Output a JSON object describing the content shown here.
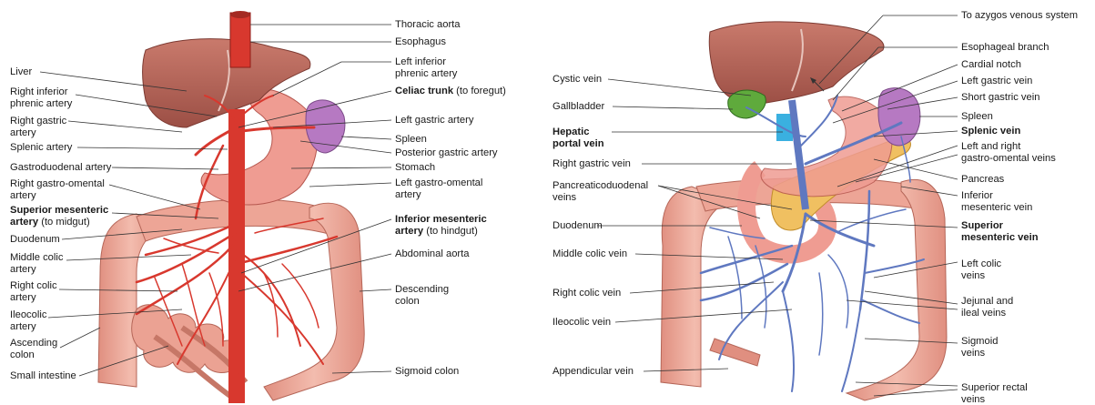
{
  "left_panel": {
    "left_labels": [
      {
        "id": "liver",
        "lines": [
          "Liver"
        ]
      },
      {
        "id": "right-inferior-phrenic-artery",
        "lines": [
          "Right inferior",
          "phrenic artery"
        ]
      },
      {
        "id": "right-gastric-artery",
        "lines": [
          "Right gastric",
          "artery"
        ]
      },
      {
        "id": "splenic-artery",
        "lines": [
          "Splenic artery"
        ]
      },
      {
        "id": "gastroduodenal-artery",
        "lines": [
          "Gastroduodenal artery"
        ]
      },
      {
        "id": "right-gastro-omental-artery",
        "lines": [
          "Right gastro-omental",
          "artery"
        ]
      },
      {
        "id": "superior-mesenteric-artery",
        "bold": "Superior mesenteric",
        "lines": [
          "artery (to midgut)"
        ],
        "boldRow": "artery"
      },
      {
        "id": "duodenum",
        "lines": [
          "Duodenum"
        ]
      },
      {
        "id": "middle-colic-artery",
        "lines": [
          "Middle colic",
          "artery"
        ]
      },
      {
        "id": "right-colic-artery",
        "lines": [
          "Right colic",
          "artery"
        ]
      },
      {
        "id": "ileocolic-artery",
        "lines": [
          "Ileocolic",
          "artery"
        ]
      },
      {
        "id": "ascending-colon",
        "lines": [
          "Ascending",
          "colon"
        ]
      },
      {
        "id": "small-intestine",
        "lines": [
          "Small intestine"
        ]
      }
    ],
    "right_labels": [
      {
        "id": "thoracic-aorta",
        "lines": [
          "Thoracic aorta"
        ]
      },
      {
        "id": "esophagus",
        "lines": [
          "Esophagus"
        ]
      },
      {
        "id": "left-inferior-phrenic-artery",
        "lines": [
          "Left inferior",
          "phrenic artery"
        ]
      },
      {
        "id": "celiac-trunk",
        "bold": "Celiac trunk",
        "suffix": " (to foregut)"
      },
      {
        "id": "left-gastric-artery",
        "lines": [
          "Left gastric artery"
        ]
      },
      {
        "id": "spleen",
        "lines": [
          "Spleen"
        ]
      },
      {
        "id": "posterior-gastric-artery",
        "lines": [
          "Posterior gastric artery"
        ]
      },
      {
        "id": "stomach",
        "lines": [
          "Stomach"
        ]
      },
      {
        "id": "left-gastro-omental-artery",
        "lines": [
          "Left gastro-omental",
          "artery"
        ]
      },
      {
        "id": "inferior-mesenteric-artery",
        "bold": "Inferior mesenteric",
        "lines": [
          "artery (to hindgut)"
        ]
      },
      {
        "id": "abdominal-aorta",
        "lines": [
          "Abdominal aorta"
        ]
      },
      {
        "id": "descending-colon",
        "lines": [
          "Descending",
          "colon"
        ]
      },
      {
        "id": "sigmoid-colon",
        "lines": [
          "Sigmoid colon"
        ]
      }
    ]
  },
  "right_panel": {
    "left_labels": [
      {
        "id": "cystic-vein",
        "lines": [
          "Cystic vein"
        ]
      },
      {
        "id": "gallbladder",
        "lines": [
          "Gallbladder"
        ]
      },
      {
        "id": "hepatic-portal-vein",
        "bold": "Hepatic",
        "bold2": "portal vein"
      },
      {
        "id": "right-gastric-vein",
        "lines": [
          "Right gastric vein"
        ]
      },
      {
        "id": "pancreaticoduodenal-veins",
        "lines": [
          "Pancreaticoduodenal",
          "veins"
        ]
      },
      {
        "id": "duodenum-r",
        "lines": [
          "Duodenum"
        ]
      },
      {
        "id": "middle-colic-vein",
        "lines": [
          "Middle colic vein"
        ]
      },
      {
        "id": "right-colic-vein",
        "lines": [
          "Right colic vein"
        ]
      },
      {
        "id": "ileocolic-vein",
        "lines": [
          "Ileocolic vein"
        ]
      },
      {
        "id": "appendicular-vein",
        "lines": [
          "Appendicular vein"
        ]
      }
    ],
    "right_labels": [
      {
        "id": "to-azygos",
        "lines": [
          "To azygos venous system"
        ]
      },
      {
        "id": "esophageal-branch",
        "lines": [
          "Esophageal branch"
        ]
      },
      {
        "id": "cardial-notch",
        "lines": [
          "Cardial notch"
        ]
      },
      {
        "id": "left-gastric-vein",
        "lines": [
          "Left gastric vein"
        ]
      },
      {
        "id": "short-gastric-vein",
        "lines": [
          "Short gastric vein"
        ]
      },
      {
        "id": "spleen-r",
        "lines": [
          "Spleen"
        ]
      },
      {
        "id": "splenic-vein",
        "bold": "Splenic vein"
      },
      {
        "id": "gastro-omental-veins",
        "lines": [
          "Left and right",
          "gastro-omental veins"
        ]
      },
      {
        "id": "pancreas",
        "lines": [
          "Pancreas"
        ]
      },
      {
        "id": "inferior-mesenteric-vein",
        "lines": [
          "Inferior",
          "mesenteric vein"
        ]
      },
      {
        "id": "superior-mesenteric-vein",
        "bold": "Superior",
        "bold2": "mesenteric vein"
      },
      {
        "id": "left-colic-veins",
        "lines": [
          "Left colic",
          "veins"
        ]
      },
      {
        "id": "jejunal-ileal-veins",
        "lines": [
          "Jejunal and",
          "ileal veins"
        ]
      },
      {
        "id": "sigmoid-veins",
        "lines": [
          "Sigmoid",
          "veins"
        ]
      },
      {
        "id": "superior-rectal-veins",
        "lines": [
          "Superior rectal",
          "veins"
        ]
      }
    ]
  },
  "colors": {
    "liver": "#b8665a",
    "artery": "#d8382e",
    "vein": "#5f78c0",
    "intestine": "#e9a99a",
    "spleen": "#b679c2",
    "pancreas": "#f0c061",
    "gallbladder": "#5faa3c",
    "leader": "#333333"
  }
}
